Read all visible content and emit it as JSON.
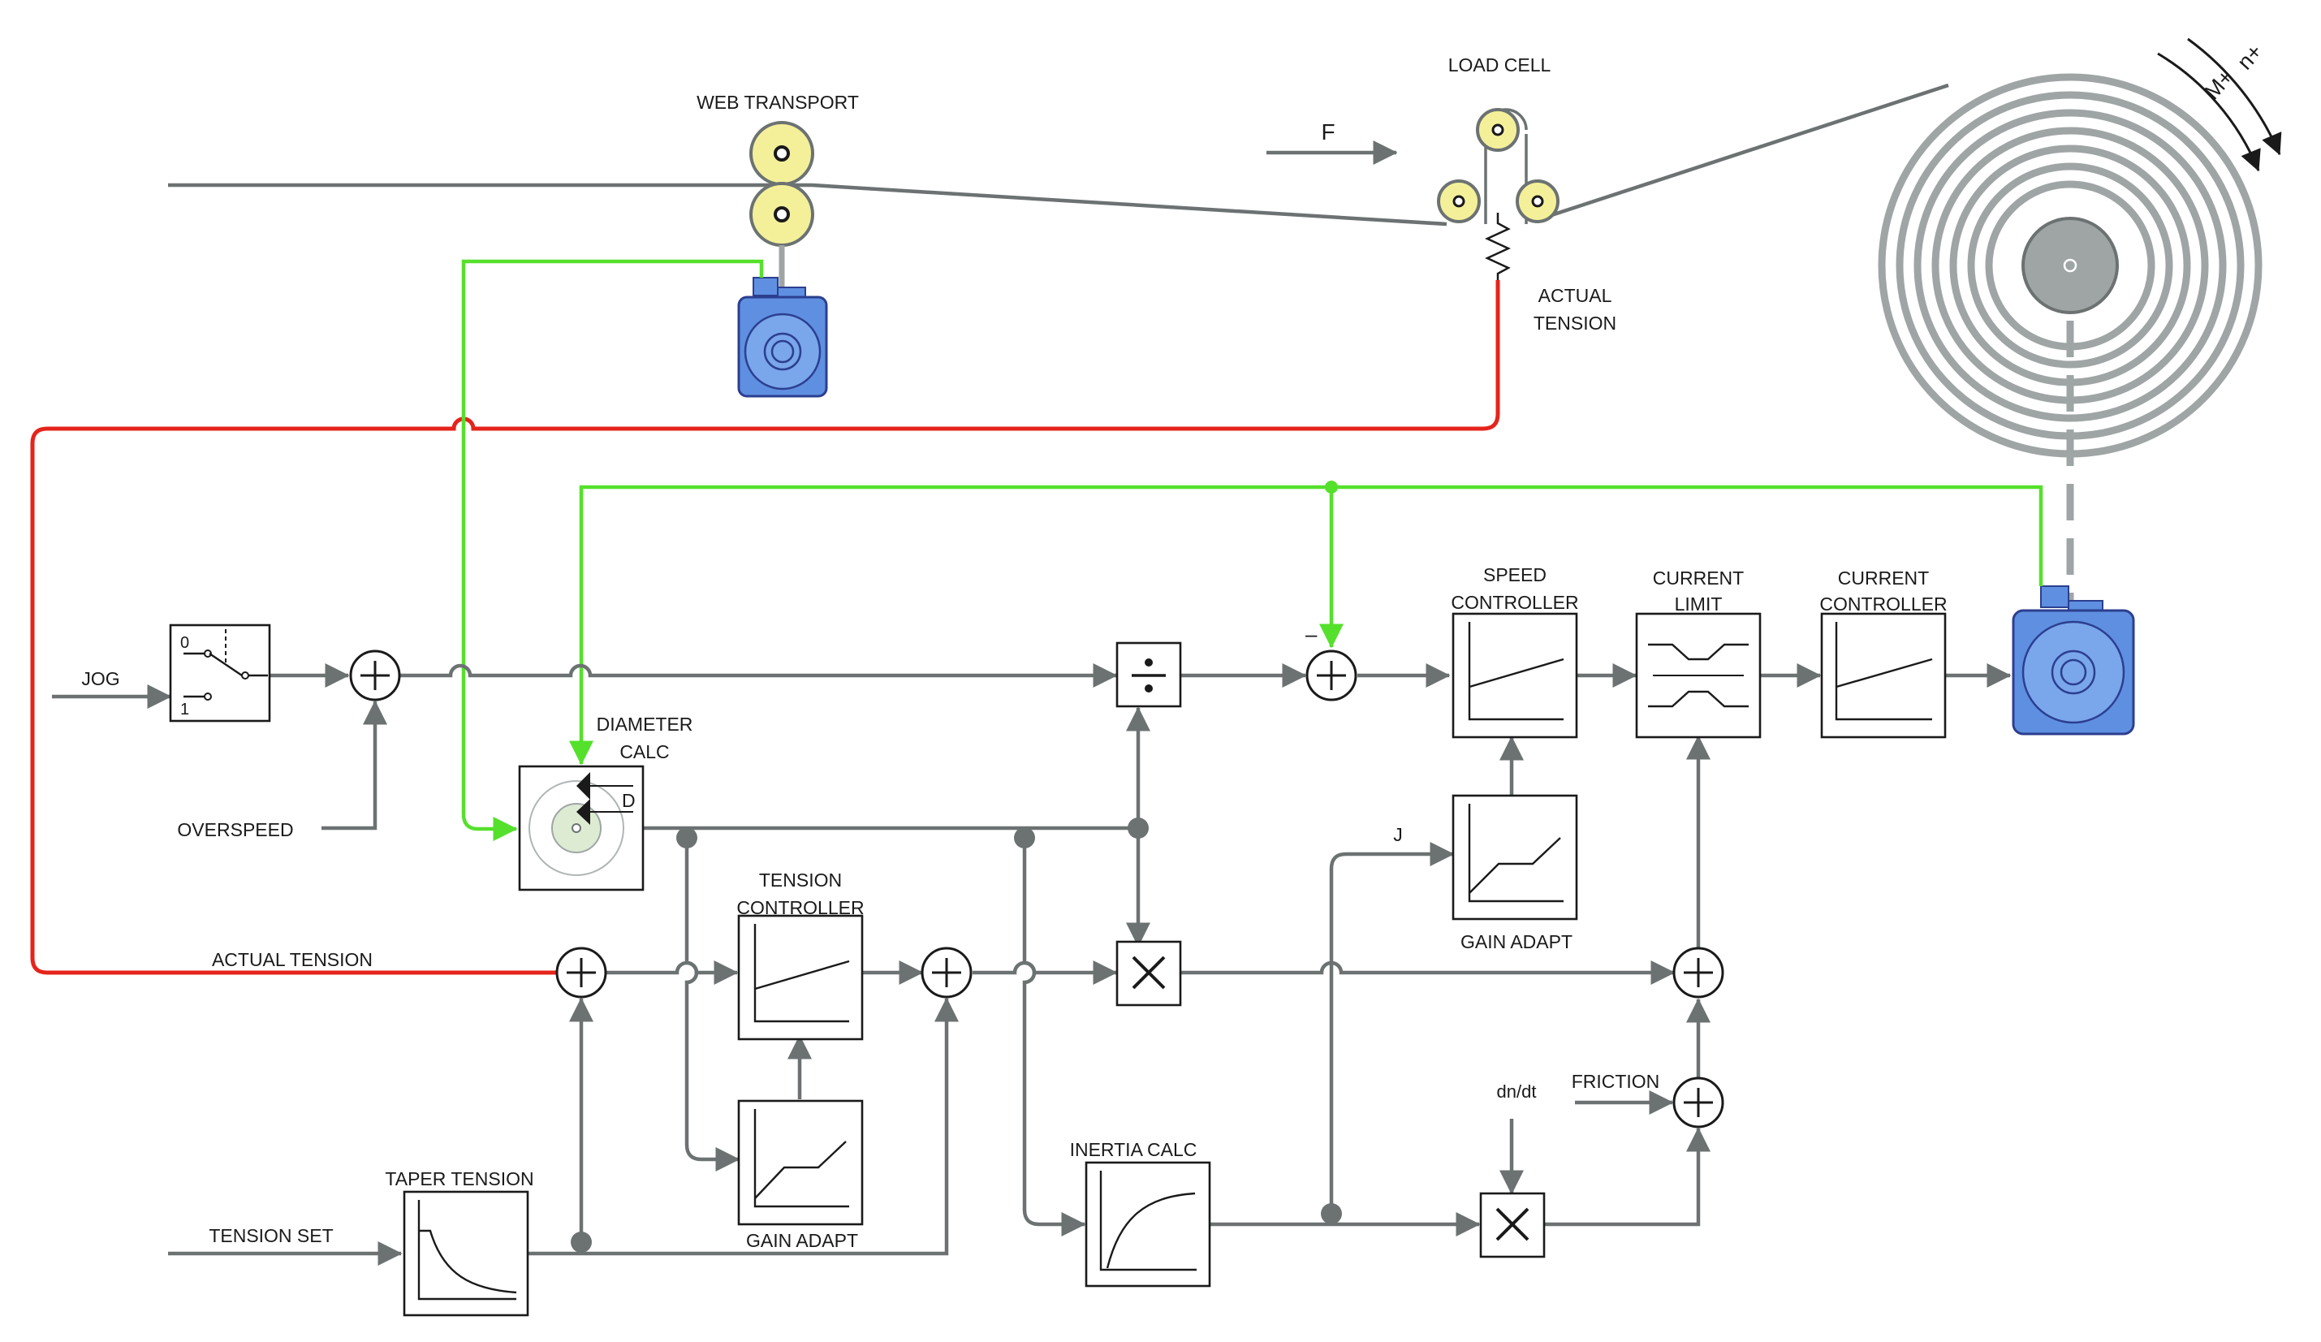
{
  "diagram": {
    "labels": {
      "web_transport": "WEB TRANSPORT",
      "load_cell": "LOAD CELL",
      "force": "F",
      "actual_tension_top_1": "ACTUAL",
      "actual_tension_top_2": "TENSION",
      "speed_dir": "n+",
      "torque_dir": "M+",
      "jog": "JOG",
      "switch_0": "0",
      "switch_1": "1",
      "overspeed": "OVERSPEED",
      "diameter_calc_1": "DIAMETER",
      "diameter_calc_2": "CALC",
      "diameter_d": "D",
      "actual_tension": "ACTUAL TENSION",
      "tension_controller_1": "TENSION",
      "tension_controller_2": "CONTROLLER",
      "gain_adapt_bottom": "GAIN ADAPT",
      "taper_tension": "TAPER TENSION",
      "tension_set": "TENSION SET",
      "inertia_calc": "INERTIA CALC",
      "minus": "–",
      "speed_controller_1": "SPEED",
      "speed_controller_2": "CONTROLLER",
      "current_limit_1": "CURRENT",
      "current_limit_2": "LIMIT",
      "current_controller_1": "CURRENT",
      "current_controller_2": "CONTROLLER",
      "j": "J",
      "gain_adapt_top": "GAIN ADAPT",
      "dndt": "dn/dt",
      "friction": "FRICTION"
    },
    "colors": {
      "signal": "#6c7272",
      "speed_feedback": "#55e02c",
      "tension_feedback": "#e5241b",
      "roller": "#f4f09a",
      "motor": "#5f8fe0",
      "reel_core": "#9fa5a5"
    }
  }
}
